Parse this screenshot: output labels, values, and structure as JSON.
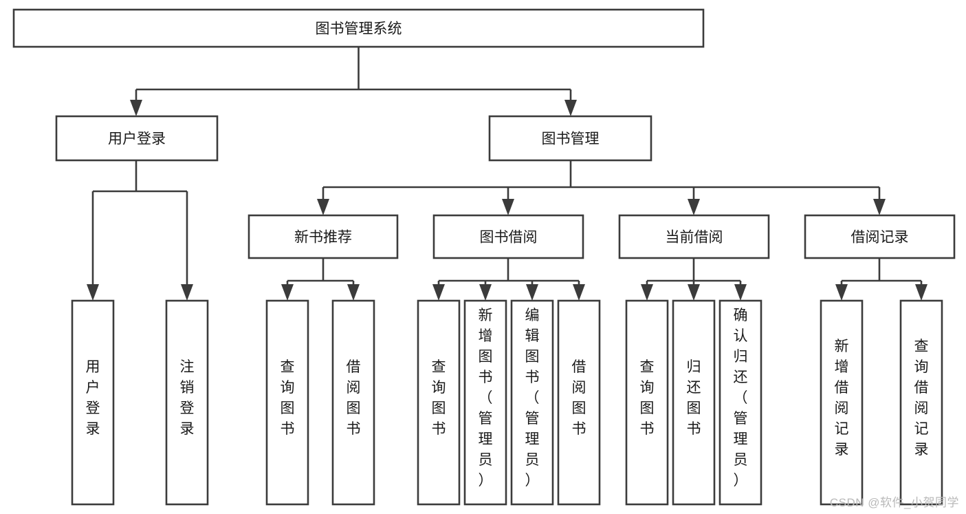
{
  "diagram": {
    "title": "图书管理系统",
    "type": "tree-hierarchy-diagram",
    "orientation": "top-down",
    "root": {
      "id": "root",
      "label": "图书管理系统"
    },
    "level1": [
      {
        "id": "user-login",
        "label": "用户登录"
      },
      {
        "id": "book-management",
        "label": "图书管理"
      }
    ],
    "level2": [
      {
        "id": "new-book-recommend",
        "label": "新书推荐",
        "parent": "book-management"
      },
      {
        "id": "book-borrow",
        "label": "图书借阅",
        "parent": "book-management"
      },
      {
        "id": "current-borrow",
        "label": "当前借阅",
        "parent": "book-management"
      },
      {
        "id": "borrow-record",
        "label": "借阅记录",
        "parent": "book-management"
      }
    ],
    "leaves": [
      {
        "id": "leaf-user-login",
        "label": "用户登录",
        "parent": "user-login"
      },
      {
        "id": "leaf-logout-login",
        "label": "注销登录",
        "parent": "user-login"
      },
      {
        "id": "leaf-query-book-1",
        "label": "查询图书",
        "parent": "new-book-recommend"
      },
      {
        "id": "leaf-borrow-book-1",
        "label": "借阅图书",
        "parent": "new-book-recommend"
      },
      {
        "id": "leaf-query-book-2",
        "label": "查询图书",
        "parent": "book-borrow"
      },
      {
        "id": "leaf-add-book",
        "label": "新增图书（管理员）",
        "parent": "book-borrow"
      },
      {
        "id": "leaf-edit-book",
        "label": "编辑图书（管理员）",
        "parent": "book-borrow"
      },
      {
        "id": "leaf-borrow-book-2",
        "label": "借阅图书",
        "parent": "book-borrow"
      },
      {
        "id": "leaf-query-book-3",
        "label": "查询图书",
        "parent": "current-borrow"
      },
      {
        "id": "leaf-return-book",
        "label": "归还图书",
        "parent": "current-borrow"
      },
      {
        "id": "leaf-confirm-return",
        "label": "确认归还（管理员）",
        "parent": "current-borrow"
      },
      {
        "id": "leaf-add-record",
        "label": "新增借阅记录",
        "parent": "borrow-record"
      },
      {
        "id": "leaf-query-record",
        "label": "查询借阅记录",
        "parent": "borrow-record"
      }
    ],
    "colors": {
      "stroke": "#3b3b3b",
      "fill": "#ffffff",
      "text": "#1a1a1a",
      "background": "#ffffff",
      "watermark": "#b9b9b9"
    }
  },
  "watermark": {
    "text": "CSDN @软件_小贺同学"
  }
}
